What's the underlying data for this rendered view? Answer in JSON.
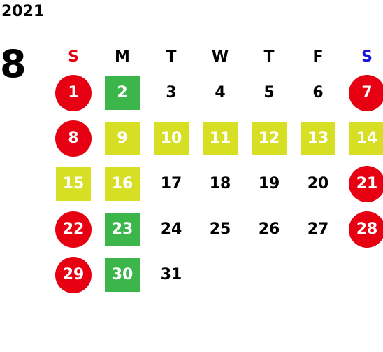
{
  "calendar": {
    "year": "2021",
    "month": "8",
    "weekdays": [
      {
        "label": "S",
        "color": "#e60012"
      },
      {
        "label": "M",
        "color": "#000000"
      },
      {
        "label": "T",
        "color": "#000000"
      },
      {
        "label": "W",
        "color": "#000000"
      },
      {
        "label": "T",
        "color": "#000000"
      },
      {
        "label": "F",
        "color": "#000000"
      },
      {
        "label": "S",
        "color": "#1a14d8"
      }
    ],
    "weeks": [
      [
        {
          "day": "1",
          "style": "holiday"
        },
        {
          "day": "2",
          "style": "special"
        },
        {
          "day": "3",
          "style": "normal"
        },
        {
          "day": "4",
          "style": "normal"
        },
        {
          "day": "5",
          "style": "normal"
        },
        {
          "day": "6",
          "style": "normal"
        },
        {
          "day": "7",
          "style": "holiday"
        }
      ],
      [
        {
          "day": "8",
          "style": "holiday"
        },
        {
          "day": "9",
          "style": "highlight"
        },
        {
          "day": "10",
          "style": "highlight"
        },
        {
          "day": "11",
          "style": "highlight"
        },
        {
          "day": "12",
          "style": "highlight"
        },
        {
          "day": "13",
          "style": "highlight"
        },
        {
          "day": "14",
          "style": "highlight"
        }
      ],
      [
        {
          "day": "15",
          "style": "highlight"
        },
        {
          "day": "16",
          "style": "highlight"
        },
        {
          "day": "17",
          "style": "normal"
        },
        {
          "day": "18",
          "style": "normal"
        },
        {
          "day": "19",
          "style": "normal"
        },
        {
          "day": "20",
          "style": "normal"
        },
        {
          "day": "21",
          "style": "holiday"
        }
      ],
      [
        {
          "day": "22",
          "style": "holiday"
        },
        {
          "day": "23",
          "style": "special"
        },
        {
          "day": "24",
          "style": "normal"
        },
        {
          "day": "25",
          "style": "normal"
        },
        {
          "day": "26",
          "style": "normal"
        },
        {
          "day": "27",
          "style": "normal"
        },
        {
          "day": "28",
          "style": "holiday"
        }
      ],
      [
        {
          "day": "29",
          "style": "holiday"
        },
        {
          "day": "30",
          "style": "special"
        },
        {
          "day": "31",
          "style": "normal"
        },
        {
          "day": "",
          "style": "empty"
        },
        {
          "day": "",
          "style": "empty"
        },
        {
          "day": "",
          "style": "empty"
        },
        {
          "day": "",
          "style": "empty"
        }
      ]
    ],
    "colors": {
      "holiday": "#e60012",
      "special": "#3cb54a",
      "highlight": "#d6df23",
      "normal_text": "#000000"
    }
  }
}
